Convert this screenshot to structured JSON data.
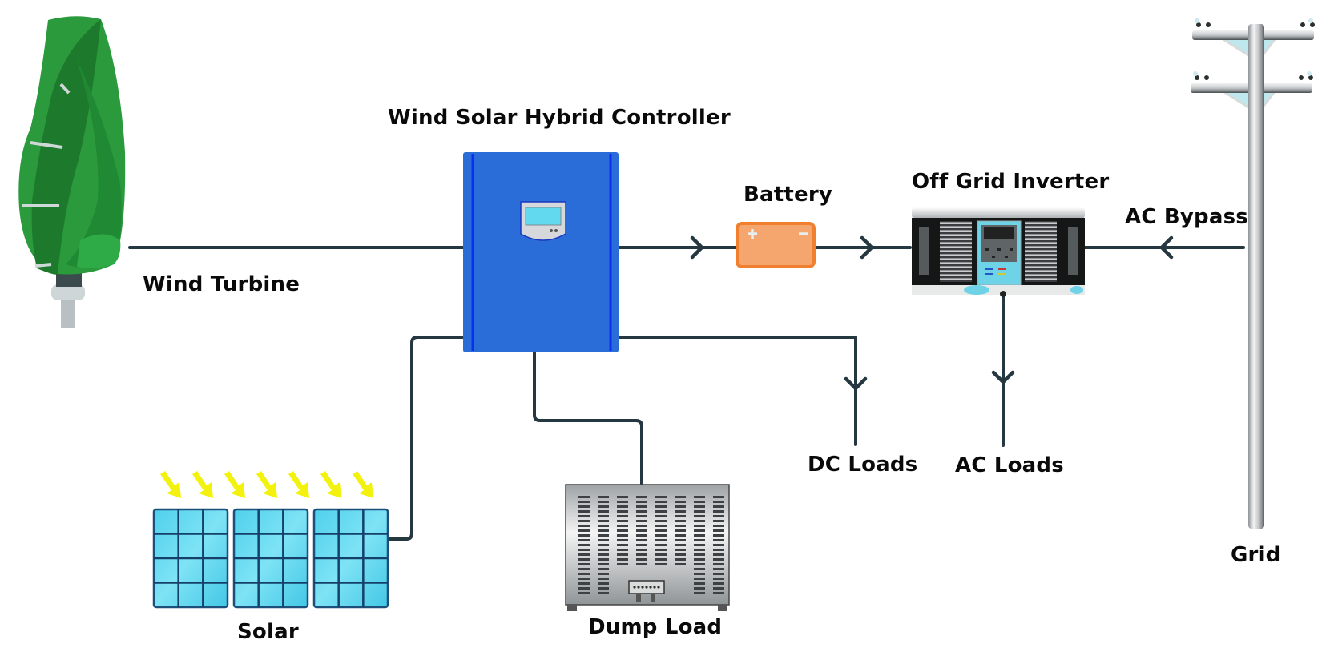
{
  "title": "Wind Solar Hybrid Controller",
  "components": {
    "wind_turbine": {
      "label": "Wind Turbine",
      "icon": "vertical-axis-wind-turbine-icon",
      "color": "#2e9e3e"
    },
    "controller": {
      "label": "Wind Solar Hybrid Controller",
      "icon": "hybrid-controller-icon",
      "color": "#2a6dd8"
    },
    "battery": {
      "label": "Battery",
      "icon": "battery-icon",
      "color": "#f5a66e",
      "plus": "+",
      "minus": "−"
    },
    "inverter": {
      "label": "Off Grid Inverter",
      "icon": "inverter-icon"
    },
    "grid": {
      "label": "Grid",
      "icon": "utility-pole-icon"
    },
    "ac_bypass": {
      "label": "AC Bypass"
    },
    "dc_loads": {
      "label": "DC Loads"
    },
    "ac_loads": {
      "label": "AC Loads"
    },
    "solar": {
      "label": "Solar",
      "icon": "solar-panel-icon",
      "panel_count": 3,
      "sun_ray_count": 7,
      "color": "#5ad6f0"
    },
    "dump_load": {
      "label": "Dump Load",
      "icon": "dump-load-resistor-icon"
    }
  },
  "connections": [
    {
      "from": "Wind Turbine",
      "to": "Wind Solar Hybrid Controller"
    },
    {
      "from": "Wind Solar Hybrid Controller",
      "to": "Battery",
      "arrow": "right"
    },
    {
      "from": "Battery",
      "to": "Off Grid Inverter",
      "arrow": "right"
    },
    {
      "from": "Grid",
      "to": "Off Grid Inverter",
      "label": "AC Bypass",
      "arrow": "left"
    },
    {
      "from": "Wind Solar Hybrid Controller",
      "to": "DC Loads",
      "arrow": "down"
    },
    {
      "from": "Off Grid Inverter",
      "to": "AC Loads",
      "arrow": "down"
    },
    {
      "from": "Solar",
      "to": "Wind Solar Hybrid Controller"
    },
    {
      "from": "Wind Solar Hybrid Controller",
      "to": "Dump Load"
    }
  ]
}
